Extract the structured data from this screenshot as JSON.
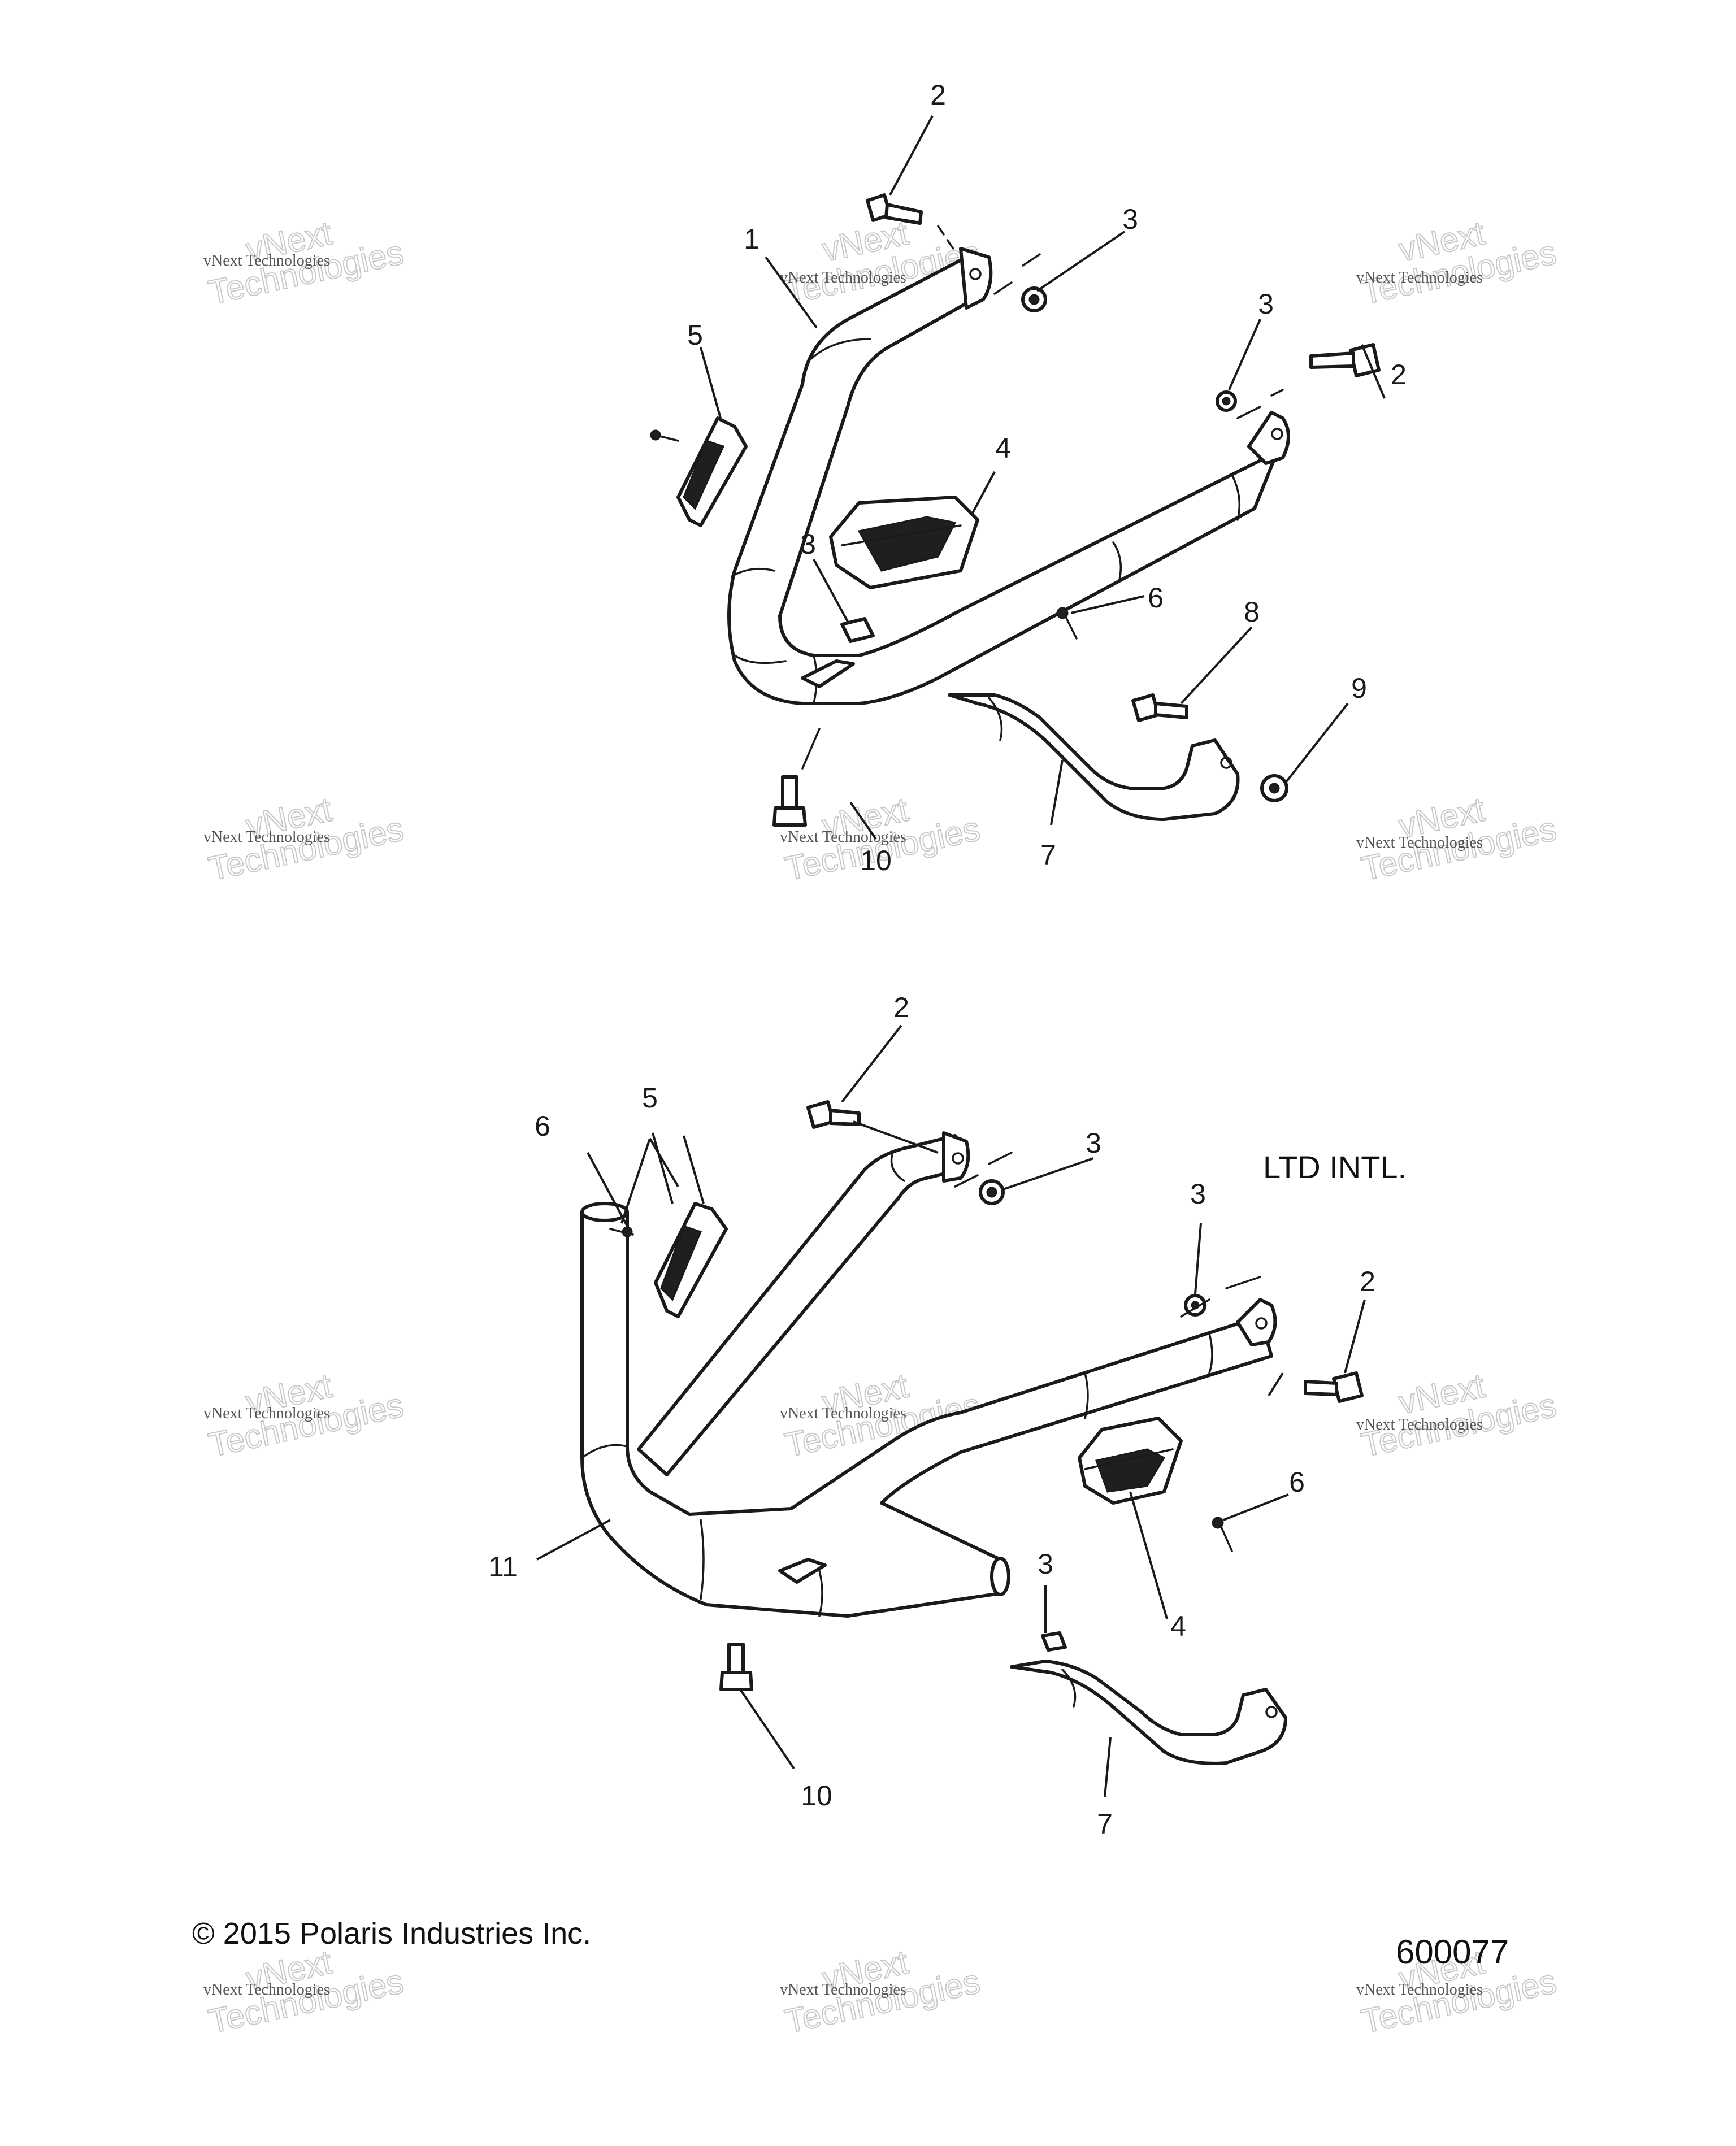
{
  "diagram": {
    "upper_callouts": [
      {
        "id": "u1",
        "label": "1"
      },
      {
        "id": "u2a",
        "label": "2"
      },
      {
        "id": "u2b",
        "label": "2"
      },
      {
        "id": "u3a",
        "label": "3"
      },
      {
        "id": "u3b",
        "label": "3"
      },
      {
        "id": "u3c",
        "label": "3"
      },
      {
        "id": "u4",
        "label": "4"
      },
      {
        "id": "u5",
        "label": "5"
      },
      {
        "id": "u6",
        "label": "6"
      },
      {
        "id": "u7",
        "label": "7"
      },
      {
        "id": "u8",
        "label": "8"
      },
      {
        "id": "u9",
        "label": "9"
      },
      {
        "id": "u10",
        "label": "10"
      }
    ],
    "lower_callouts": [
      {
        "id": "l2a",
        "label": "2"
      },
      {
        "id": "l2b",
        "label": "2"
      },
      {
        "id": "l3a",
        "label": "3"
      },
      {
        "id": "l3b",
        "label": "3"
      },
      {
        "id": "l3c",
        "label": "3"
      },
      {
        "id": "l4",
        "label": "4"
      },
      {
        "id": "l5",
        "label": "5"
      },
      {
        "id": "l6a",
        "label": "6"
      },
      {
        "id": "l6b",
        "label": "6"
      },
      {
        "id": "l7",
        "label": "7"
      },
      {
        "id": "l10",
        "label": "10"
      },
      {
        "id": "l11",
        "label": "11"
      }
    ],
    "variant_note": "LTD INTL.",
    "copyright": "© 2015 Polaris Industries Inc.",
    "figure_number": "600077"
  },
  "watermark": {
    "line1": "vNext Technologies",
    "line2": "vNext",
    "line3": "Technologies"
  }
}
